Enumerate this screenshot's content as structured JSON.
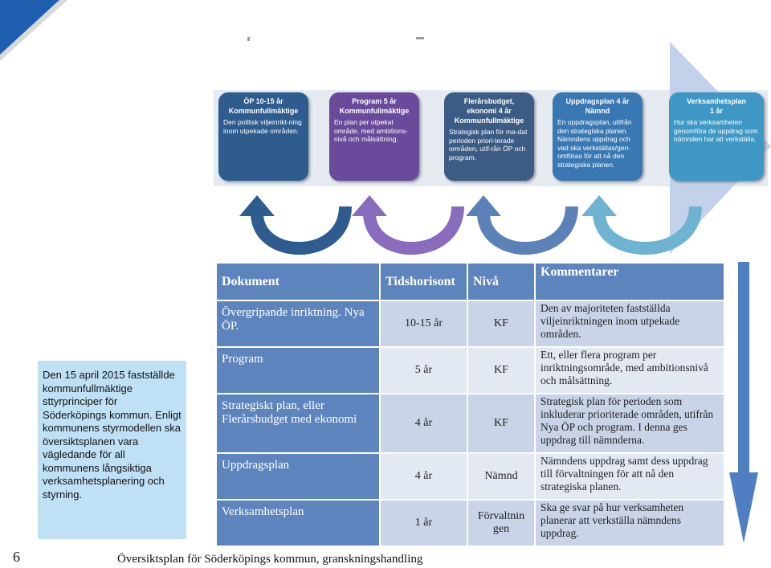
{
  "flow": {
    "steps": [
      {
        "title": "ÖP 10-15 år",
        "subtitle": "Kommunfullmäktige",
        "desc": "Den politisk viljeinrikt-ning inom utpekade områden."
      },
      {
        "title": "Program 5 år",
        "subtitle": "Kommunfullmäktige",
        "desc": "En plan per utpekat område, med ambitions-nivå och målsättning."
      },
      {
        "title": "Flerårsbudget, ekonomi 4 år",
        "subtitle": "Kommunfullmäktige",
        "desc": "Strategisk plan för ma-dat perioden priori-terade områden, utif-rån ÖP och program."
      },
      {
        "title": "Uppdragsplan 4 år",
        "subtitle": "Nämnd",
        "desc": "En uppdragsplan, utifrån den strategiska planen. Nämndens uppdrag och vad ska verkställas/gen-omföras för att nå den strategiska planen."
      },
      {
        "title": "Verksamhetsplan",
        "subtitle": "1 år",
        "desc": "Hur ska verksamheten genomföra de uppdrag som nämnden har att verkställa."
      }
    ]
  },
  "note": {
    "text": "Den 15 april 2015 fastställde kommunfullmäktige sttyrprinciper för Söderköpings kommun. Enligt kommunens styrmodellen ska översiktsplanen vara vägledande för all kommunens långsiktiga verksamhetsplanering och styrning."
  },
  "table": {
    "headers": {
      "doc": "Dokument",
      "horizon": "Tidshorisont",
      "level": "Nivå",
      "comment": "Kommentarer"
    },
    "rows": [
      {
        "doc": "Övergripande inriktning. Nya ÖP.",
        "horizon": "10-15 år",
        "level": "KF",
        "comment": "Den av majoriteten fastställda viljeinriktningen inom utpekade områden."
      },
      {
        "doc": "Program",
        "horizon": "5 år",
        "level": "KF",
        "comment": "Ett, eller flera program per inriktningsområde, med ambitionsnivå och målsättning."
      },
      {
        "doc": "Strategiskt plan, eller Flerårsbudget med ekonomi",
        "horizon": "4 år",
        "level": "KF",
        "comment": "Strategisk plan för perioden som inkluderar prioriterade områden, utifrån Nya ÖP och program. I denna ges uppdrag till nämnderna."
      },
      {
        "doc": "Uppdragsplan",
        "horizon": "4 år",
        "level": "Nämnd",
        "comment": "Nämndens uppdrag samt dess uppdrag till förvaltningen för att nå den strategiska planen."
      },
      {
        "doc": "Verksamhetsplan",
        "horizon": "1 år",
        "level": "Förvaltnin gen",
        "comment": "Ska ge svar på hur verksamheten planerar att verkställa nämndens uppdrag."
      }
    ]
  },
  "footer": {
    "page": "6",
    "text": "Översiktsplan för Söderköpings kommun, granskningshandling"
  }
}
